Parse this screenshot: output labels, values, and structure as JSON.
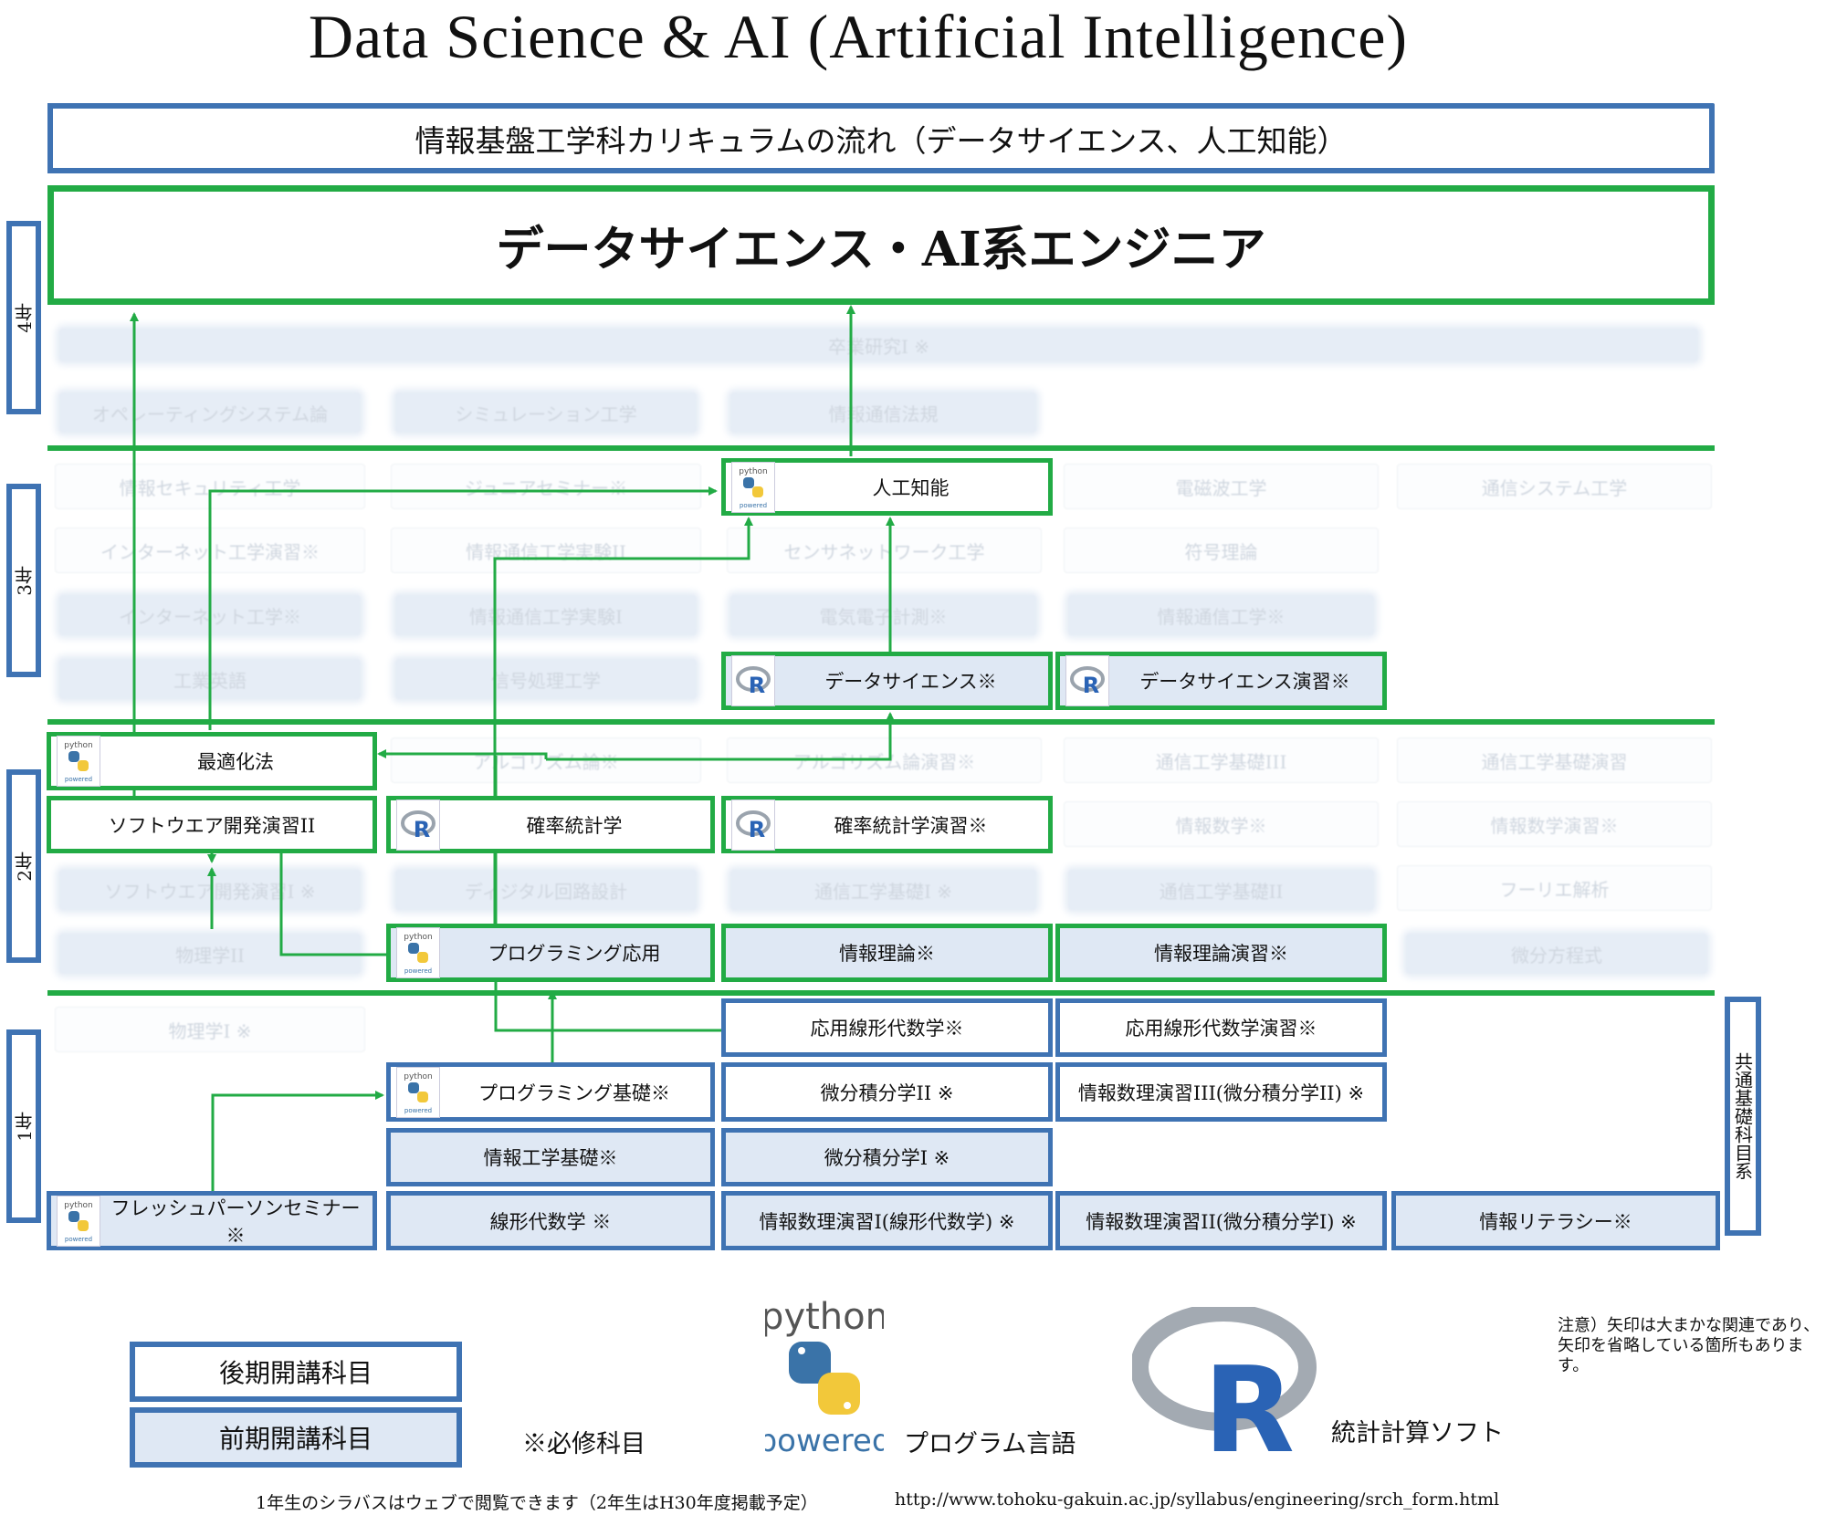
{
  "title": "Data Science & AI (Artificial Intelligence)",
  "header_banner": "情報基盤工学科カリキュラムの流れ（データサイエンス、人工知能）",
  "career_goal": "データサイエンス・AI系エンジニア",
  "years": {
    "y4": "4年",
    "y3": "3年",
    "y2": "2年",
    "y1": "1年"
  },
  "ghost": {
    "sotsugyo": "卒業研究I ※",
    "os": "オペレーティングシステム論",
    "sim": "シミュレーション工学",
    "hoki": "情報通信法規",
    "security": "情報セキュリティ工学",
    "junior": "ジュニアセミナー※",
    "denji": "電磁波工学",
    "tsushin_sys": "通信システム工学",
    "inet_ex": "インターネット工学演習※",
    "jikken2": "情報通信工学実験II",
    "sensor": "センサネットワーク工学",
    "fugo": "符号理論",
    "inet": "インターネット工学※",
    "jikken1": "情報通信工学実験I",
    "keisoku": "電気電子計測※",
    "tsushin_eng": "情報通信工学※",
    "eigo": "工業英語",
    "shingo": "信号処理工学",
    "algo": "アルゴリズム論※",
    "algo_ex": "アルゴリズム論演習※",
    "kiso3": "通信工学基礎III",
    "kiso_ex": "通信工学基礎演習",
    "math": "情報数学※",
    "math_ex": "情報数学演習※",
    "sw1": "ソフトウエア開発演習I ※",
    "digital": "ディジタル回路設計",
    "kiso1": "通信工学基礎I ※",
    "kiso2": "通信工学基礎II",
    "fourier": "フーリエ解析",
    "phys2": "物理学II",
    "bibun": "微分方程式",
    "phys1": "物理学I ※"
  },
  "courses": {
    "ai": "人工知能",
    "ds": "データサイエンス※",
    "ds_ex": "データサイエンス演習※",
    "opt": "最適化法",
    "sw2": "ソフトウエア開発演習II",
    "prob": "確率統計学",
    "prob_ex": "確率統計学演習※",
    "prog_app": "プログラミング応用",
    "info_theory": "情報理論※",
    "info_theory_ex": "情報理論演習※",
    "linalg_app": "応用線形代数学※",
    "linalg_app_ex": "応用線形代数学演習※",
    "prog_basic": "プログラミング基礎※",
    "calc2": "微分積分学II ※",
    "math_ex3": "情報数理演習III(微分積分学II) ※",
    "info_eng_basic": "情報工学基礎※",
    "calc1": "微分積分学I ※",
    "freshman": "フレッシュパーソンセミナー ※",
    "linalg": "線形代数学 ※",
    "math_ex1": "情報数理演習I(線形代数学) ※",
    "math_ex2": "情報数理演習II(微分積分学I) ※",
    "literacy": "情報リテラシー※"
  },
  "common_subjects": "共通基礎科目系",
  "legend": {
    "late": "後期開講科目",
    "early": "前期開講科目",
    "required": "※必修科目",
    "prog_lang": "プログラム言語",
    "stats_soft": "統計計算ソフト"
  },
  "icon_text": {
    "python": "python",
    "powered": "powered",
    "r": "R"
  },
  "note": "注意）矢印は大まかな関連であり、矢印を省略している箇所もあります。",
  "footer": {
    "syllabus": "1年生のシラバスはウェブで閲覧できます（2年生はH30年度掲載予定）",
    "url": "http://www.tohoku-gakuin.ac.jp/syllabus/engineering/srch_form.html"
  },
  "colors": {
    "green": "#22ab45",
    "blue": "#3f73b3",
    "fill": "#dfe8f4"
  }
}
